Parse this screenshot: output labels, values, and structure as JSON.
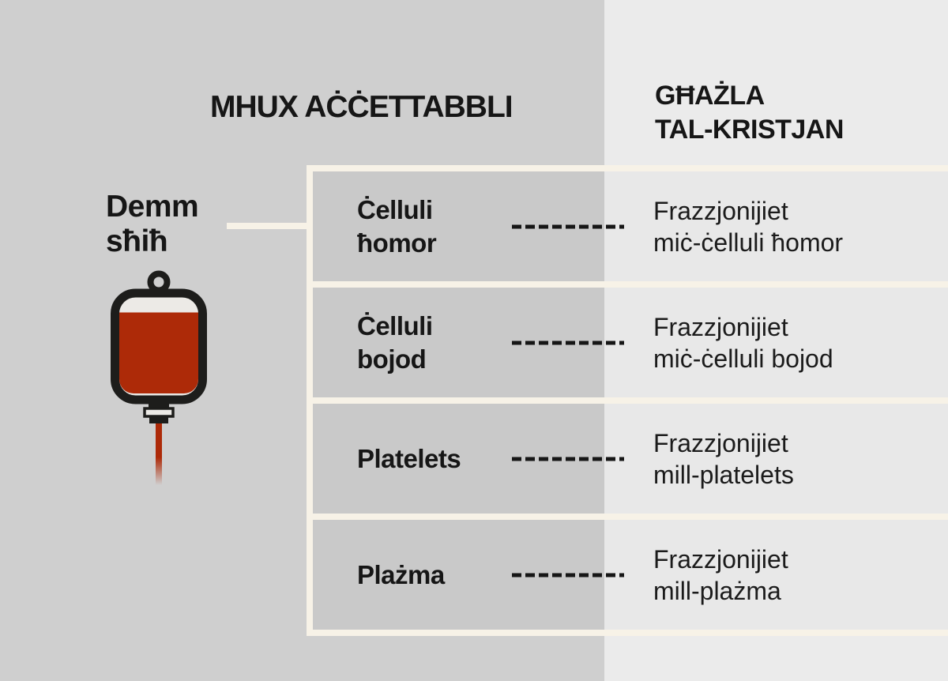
{
  "headers": {
    "unacceptable": "MHUX AĊĊETTABBLI",
    "christians_choice": [
      "GĦAŻLA",
      "TAL-KRISTJAN"
    ]
  },
  "whole_blood": [
    "Demm",
    "sħiħ"
  ],
  "icons": {
    "blood_bag": "blood-bag-icon"
  },
  "rows": [
    {
      "component": [
        "Ċelluli",
        "ħomor"
      ],
      "choice": [
        "Frazzjonijiet",
        "miċ-ċelluli ħomor"
      ]
    },
    {
      "component": [
        "Ċelluli",
        "bojod"
      ],
      "choice": [
        "Frazzjonijiet",
        "miċ-ċelluli bojod"
      ]
    },
    {
      "component": [
        "Platelets"
      ],
      "choice": [
        "Frazzjonijiet",
        "mill-platelets"
      ]
    },
    {
      "component": [
        "Plażma"
      ],
      "choice": [
        "Frazzjonijiet",
        "mill-plażma"
      ]
    }
  ],
  "colors": {
    "bg-left": "#cfcfcf",
    "bg-right": "#ebebeb",
    "row-left": "#c9c9c9",
    "row-right": "#e8e8e8",
    "cream": "#f7f2e7",
    "ink": "#161616",
    "blood-red": "#ad2a08",
    "outline": "#1d1d1b",
    "bag-interior": "#eceae6"
  }
}
